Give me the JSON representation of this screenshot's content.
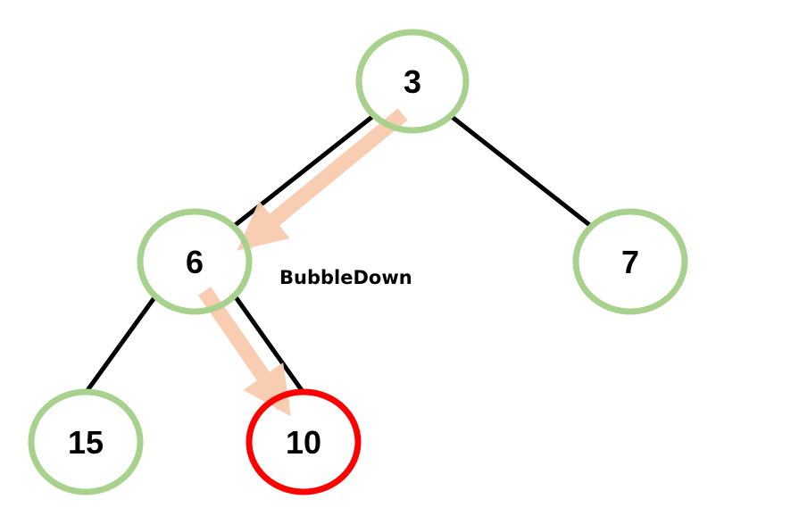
{
  "colors": {
    "node_border": "#a9d18e",
    "highlight_border": "#ff0000",
    "edge": "#000000",
    "arrow": "#f8cbad",
    "background": "#ffffff"
  },
  "annotation": {
    "text": "BubbleDown"
  },
  "nodes": [
    {
      "id": "n3",
      "value": "3",
      "highlighted": false
    },
    {
      "id": "n6",
      "value": "6",
      "highlighted": false
    },
    {
      "id": "n7",
      "value": "7",
      "highlighted": false
    },
    {
      "id": "n15",
      "value": "15",
      "highlighted": false
    },
    {
      "id": "n10",
      "value": "10",
      "highlighted": true
    }
  ],
  "edges": [
    {
      "from": "n3",
      "to": "n6"
    },
    {
      "from": "n3",
      "to": "n7"
    },
    {
      "from": "n6",
      "to": "n15"
    },
    {
      "from": "n6",
      "to": "n10"
    }
  ],
  "bubble_path": [
    {
      "from": "n3",
      "to": "n6"
    },
    {
      "from": "n6",
      "to": "n10"
    }
  ]
}
